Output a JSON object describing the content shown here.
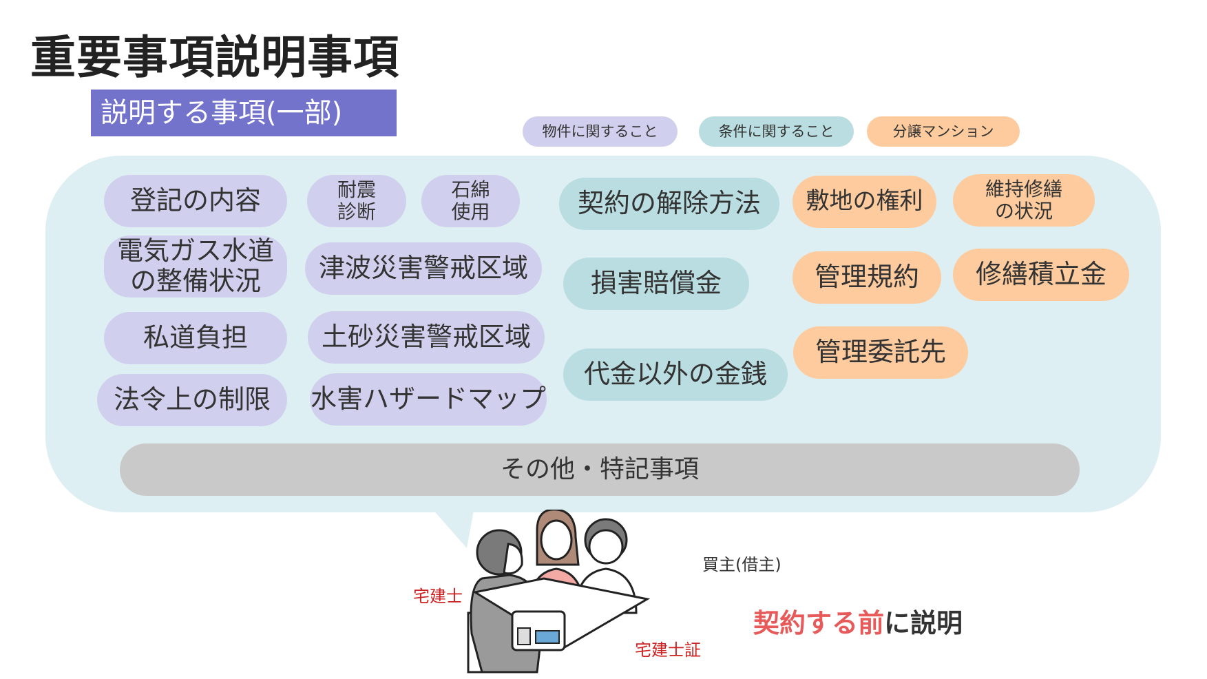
{
  "title": "重要事項説明事項",
  "subtitle": "説明する事項(一部)",
  "legend": [
    {
      "label": "物件に関すること",
      "category": "property",
      "color": "#d0d0ee"
    },
    {
      "label": "条件に関すること",
      "category": "conditions",
      "color": "#b9dde0"
    },
    {
      "label": "分譲マンション",
      "category": "condominium",
      "color": "#fdcb9d"
    }
  ],
  "items": {
    "property": [
      "登記の内容",
      "耐震\n診断",
      "石綿\n使用",
      "電気ガス水道\nの整備状況",
      "津波災害警戒区域",
      "私道負担",
      "土砂災害警戒区域",
      "法令上の制限",
      "水害ハザードマップ"
    ],
    "conditions": [
      "契約の解除方法",
      "損害賠償金",
      "代金以外の金銭"
    ],
    "condominium": [
      "敷地の権利",
      "維持修繕\nの状況",
      "管理規約",
      "修繕積立金",
      "管理委託先"
    ]
  },
  "other": "その他・特記事項",
  "illustration": {
    "agent_label": "宅建士",
    "buyer_label": "買主(借主)",
    "card_label": "宅建士証"
  },
  "note": {
    "highlight": "契約する前",
    "rest": "に説明",
    "highlight_color": "#e85a5a"
  }
}
